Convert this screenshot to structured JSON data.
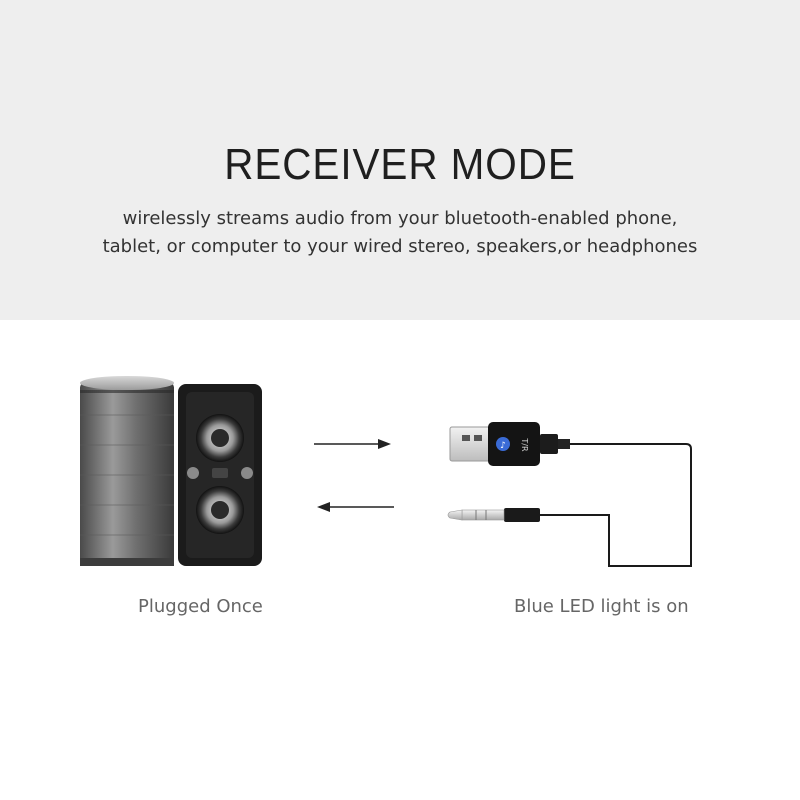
{
  "header": {
    "title": "RECEIVER MODE",
    "subtitle_line1": "wirelessly streams audio from your bluetooth-enabled phone,",
    "subtitle_line2": "tablet, or computer to your wired stereo, speakers,or headphones"
  },
  "left_panel": {
    "caption": "Plugged Once"
  },
  "right_panel": {
    "caption": "Blue LED light is on",
    "device_label": "T/R"
  },
  "colors": {
    "header_bg": "#eeeeee",
    "led_blue": "#3a6bd6",
    "speaker_grey": "#6d6d6d"
  }
}
